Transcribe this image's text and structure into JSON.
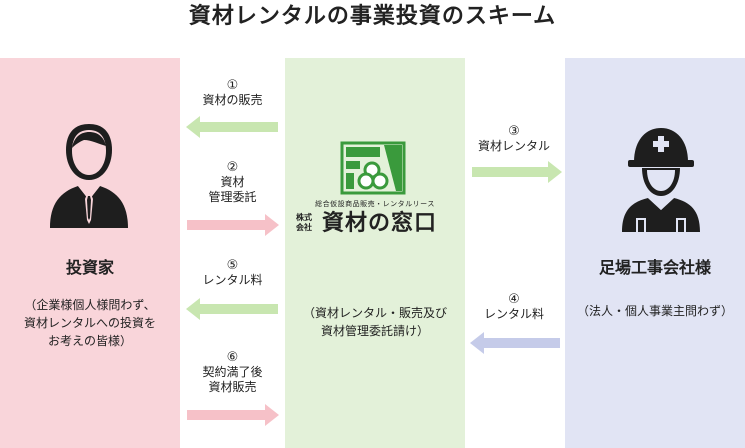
{
  "title": "資材レンタルの事業投資のスキーム",
  "investor": {
    "name": "投資家",
    "desc_lines": [
      "（企業様個人様問わず、",
      "資材レンタルへの投資を",
      "お考えの皆様）"
    ]
  },
  "company": {
    "logo_small": "総合仮設商品販売・レンタルリース",
    "logo_kabu_1": "株式",
    "logo_kabu_2": "会社",
    "logo_name": "資材の窓口",
    "desc_lines": [
      "（資材レンタル・販売及び",
      "資材管理委託請け）"
    ]
  },
  "worker": {
    "name": "足場工事会社様",
    "desc": "（法人・個人事業主問わず）"
  },
  "steps": [
    {
      "num": "①",
      "lines": [
        "資材の販売"
      ]
    },
    {
      "num": "②",
      "lines": [
        "資材",
        "管理委託"
      ]
    },
    {
      "num": "③",
      "lines": [
        "資材レンタル"
      ]
    },
    {
      "num": "④",
      "lines": [
        "レンタル料"
      ]
    },
    {
      "num": "⑤",
      "lines": [
        "レンタル料"
      ]
    },
    {
      "num": "⑥",
      "lines": [
        "契約満了後",
        "資材販売"
      ]
    }
  ],
  "colors": {
    "arrow_green": "#c8e6b0",
    "arrow_pink": "#f6c1c8",
    "arrow_blue": "#c5cbe9",
    "logo_green": "#3a9a3c",
    "icon_dark": "#1e1e1e"
  },
  "icons": {
    "investor": "businessman-icon",
    "company_logo": "pipes-logo-icon",
    "worker": "hardhat-worker-icon"
  }
}
